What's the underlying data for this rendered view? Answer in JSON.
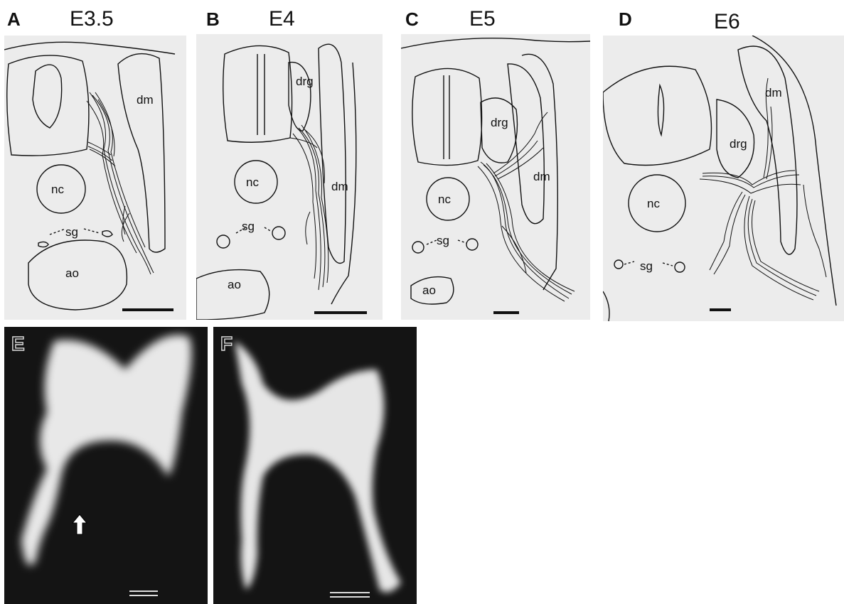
{
  "panels": [
    {
      "letter": "A",
      "stage": "E3.5",
      "labels": {
        "dm": "dm",
        "nc": "nc",
        "sg": "sg",
        "ao": "ao"
      }
    },
    {
      "letter": "B",
      "stage": "E4",
      "labels": {
        "drg": "drg",
        "dm": "dm",
        "nc": "nc",
        "sg": "sg",
        "ao": "ao"
      }
    },
    {
      "letter": "C",
      "stage": "E5",
      "labels": {
        "drg": "drg",
        "dm": "dm",
        "nc": "nc",
        "sg": "sg",
        "ao": "ao"
      }
    },
    {
      "letter": "D",
      "stage": "E6",
      "labels": {
        "dm": "dm",
        "drg": "drg",
        "nc": "nc",
        "sg": "sg"
      }
    }
  ],
  "photos": [
    {
      "letter": "E"
    },
    {
      "letter": "F"
    }
  ]
}
